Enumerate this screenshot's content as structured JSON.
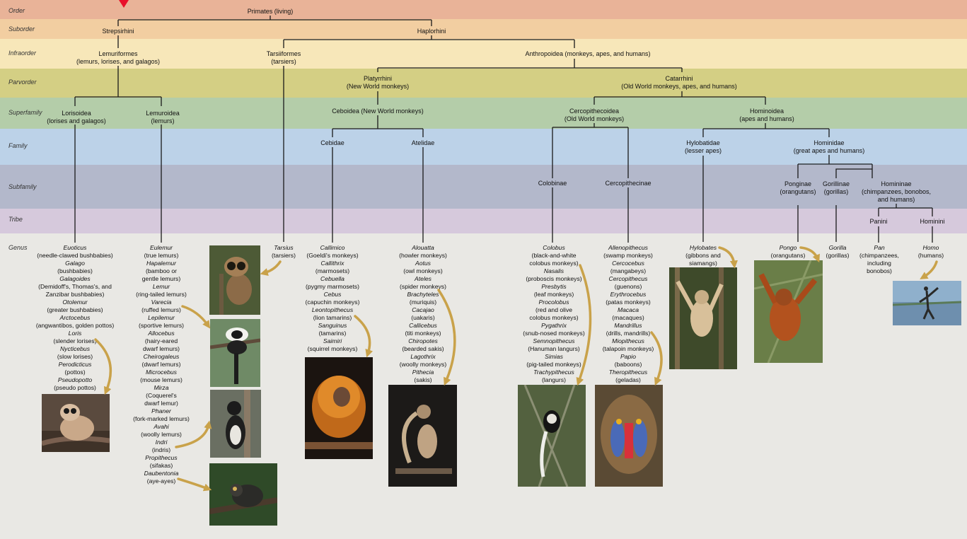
{
  "ranks": {
    "order": "Order",
    "suborder": "Suborder",
    "infraorder": "Infraorder",
    "parvorder": "Parvorder",
    "superfamily": "Superfamily",
    "family": "Family",
    "subfamily": "Subfamily",
    "tribe": "Tribe",
    "genus": "Genus"
  },
  "colors": {
    "order": "#e9b398",
    "suborder": "#f2cea1",
    "infraorder": "#f7e7b9",
    "parvorder": "#d4cf84",
    "superfamily": "#b4cda9",
    "family": "#bcd2e8",
    "subfamily": "#b3b8cb",
    "tribe": "#d6c9dc",
    "genus": "#e9e8e4",
    "arrow": "#c9a24a",
    "line": "#1a1a1a",
    "pointer": "#e8102a"
  },
  "nodes": {
    "primates": [
      "Primates (living)"
    ],
    "strepsirhini": [
      "Strepsirhini"
    ],
    "haplorhini": [
      "Haplorhini"
    ],
    "lemuriformes": [
      "Lemuriformes",
      "(lemurs, lorises, and galagos)"
    ],
    "tarsiiformes": [
      "Tarsiiformes",
      "(tarsiers)"
    ],
    "anthropoidea": [
      "Anthropoidea (monkeys, apes, and humans)"
    ],
    "platyrrhini": [
      "Platyrrhini",
      "(New World monkeys)"
    ],
    "catarrhini": [
      "Catarrhini",
      "(Old World monkeys, apes, and humans)"
    ],
    "lorisoidea": [
      "Lorisoidea",
      "(lorises and galagos)"
    ],
    "lemuroidea": [
      "Lemuroidea",
      "(lemurs)"
    ],
    "ceboidea": [
      "Ceboidea (New World monkeys)"
    ],
    "cercopithecoidea": [
      "Cercopithecoidea",
      "(Old World monkeys)"
    ],
    "hominoidea": [
      "Hominoidea",
      "(apes and humans)"
    ],
    "cebidae": [
      "Cebidae"
    ],
    "atelidae": [
      "Atelidae"
    ],
    "hylobatidae": [
      "Hylobatidae",
      "(lesser apes)"
    ],
    "hominidae": [
      "Hominidae",
      "(great apes and humans)"
    ],
    "colobinae": [
      "Colobinae"
    ],
    "cercopithecinae": [
      "Cercopithecinae"
    ],
    "ponginae": [
      "Ponginae",
      "(orangutans)"
    ],
    "gorillinae": [
      "Gorillinae",
      "(gorillas)"
    ],
    "homininae": [
      "Homininae",
      "(chimpanzees, bonobos,",
      "and humans)"
    ],
    "panini": [
      "Panini"
    ],
    "hominini": [
      "Hominini"
    ]
  },
  "genera": {
    "lorisoid": [
      {
        "genus": "Euoticus",
        "common": "(needle-clawed bushbabies)"
      },
      {
        "genus": "Galago",
        "common": "(bushbabies)"
      },
      {
        "genus": "Galagoides",
        "common": "(Demidoff's, Thomas's, and|Zanzibar bushbabies)"
      },
      {
        "genus": "Otolemur",
        "common": "(greater bushbabies)"
      },
      {
        "genus": "Arctocebus",
        "common": "(angwantibos, golden pottos)"
      },
      {
        "genus": "Loris",
        "common": "(slender lorises)"
      },
      {
        "genus": "Nycticebus",
        "common": "(slow lorises)"
      },
      {
        "genus": "Perodicticus",
        "common": "(pottos)"
      },
      {
        "genus": "Pseudopotto",
        "common": "(pseudo pottos)"
      }
    ],
    "lemuroid": [
      {
        "genus": "Eulemur",
        "common": "(true lemurs)"
      },
      {
        "genus": "Hapalemur",
        "common": "(bamboo or|gentle lemurs)"
      },
      {
        "genus": "Lemur",
        "common": "(ring-tailed lemurs)"
      },
      {
        "genus": "Varecia",
        "common": "(ruffed lemurs)"
      },
      {
        "genus": "Lepilemur",
        "common": "(sportive lemurs)"
      },
      {
        "genus": "Allocebus",
        "common": "(hairy-eared|dwarf lemurs)"
      },
      {
        "genus": "Cheirogaleus",
        "common": "(dwarf lemurs)"
      },
      {
        "genus": "Microcebus",
        "common": "(mouse lemurs)"
      },
      {
        "genus": "Mirza",
        "common": "(Coquerel's|dwarf lemur)"
      },
      {
        "genus": "Phaner",
        "common": "(fork-marked lemurs)"
      },
      {
        "genus": "Avahi",
        "common": "(woolly lemurs)"
      },
      {
        "genus": "Indri",
        "common": "(indris)"
      },
      {
        "genus": "Propithecus",
        "common": "(sifakas)"
      },
      {
        "genus": "Daubentonia",
        "common": "(aye-ayes)"
      }
    ],
    "tarsier": [
      {
        "genus": "Tarsius",
        "common": "(tarsiers)"
      }
    ],
    "cebid": [
      {
        "genus": "Callimico",
        "common": "(Goeldi's monkeys)"
      },
      {
        "genus": "Callithrix",
        "common": "(marmosets)"
      },
      {
        "genus": "Cebuella",
        "common": "(pygmy marmosets)"
      },
      {
        "genus": "Cebus",
        "common": "(capuchin monkeys)"
      },
      {
        "genus": "Leontopithecus",
        "common": "(lion tamarins)"
      },
      {
        "genus": "Sanguinus",
        "common": "(tamarins)"
      },
      {
        "genus": "Saimiri",
        "common": "(squirrel monkeys)"
      }
    ],
    "atelid": [
      {
        "genus": "Alouatta",
        "common": "(howler monkeys)"
      },
      {
        "genus": "Aotus",
        "common": "(owl monkeys)"
      },
      {
        "genus": "Ateles",
        "common": "(spider monkeys)"
      },
      {
        "genus": "Brachyteles",
        "common": "(muriquis)"
      },
      {
        "genus": "Cacajao",
        "common": "(uakaris)"
      },
      {
        "genus": "Callicebus",
        "common": "(titi monkeys)"
      },
      {
        "genus": "Chiropotes",
        "common": "(bearded sakis)"
      },
      {
        "genus": "Lagothrix",
        "common": "(woolly monkeys)"
      },
      {
        "genus": "Pithecia",
        "common": "(sakis)"
      }
    ],
    "colobine": [
      {
        "genus": "Colobus",
        "common": "(black-and-white|colobus monkeys)"
      },
      {
        "genus": "Nasalis",
        "common": "(proboscis monkeys)"
      },
      {
        "genus": "Presbytis",
        "common": "(leaf monkeys)"
      },
      {
        "genus": "Procolobus",
        "common": "(red and olive|colobus monkeys)"
      },
      {
        "genus": "Pygathrix",
        "common": "(snub-nosed monkeys)"
      },
      {
        "genus": "Semnopithecus",
        "common": "(Hanuman langurs)"
      },
      {
        "genus": "Simias",
        "common": "(pig-tailed monkeys)"
      },
      {
        "genus": "Trachypithecus",
        "common": "(langurs)"
      }
    ],
    "cercopithecine": [
      {
        "genus": "Allenopithecus",
        "common": "(swamp monkeys)"
      },
      {
        "genus": "Cercocebus",
        "common": "(mangabeys)"
      },
      {
        "genus": "Cercopithecus",
        "common": "(guenons)"
      },
      {
        "genus": "Erythrocebus",
        "common": "(patas monkeys)"
      },
      {
        "genus": "Macaca",
        "common": "(macaques)"
      },
      {
        "genus": "Mandrillus",
        "common": "(drills, mandrills)"
      },
      {
        "genus": "Miopithecus",
        "common": "(talapoin monkeys)"
      },
      {
        "genus": "Papio",
        "common": "(baboons)"
      },
      {
        "genus": "Theropithecus",
        "common": "(geladas)"
      }
    ],
    "hylobatid": [
      {
        "genus": "Hylobates",
        "common": "(gibbons and|siamangs)"
      }
    ],
    "pongine": [
      {
        "genus": "Pongo",
        "common": "(orangutans)"
      }
    ],
    "gorilline": [
      {
        "genus": "Gorilla",
        "common": "(gorillas)"
      }
    ],
    "panin": [
      {
        "genus": "Pan",
        "common": "(chimpanzees,|including|bonobos)"
      }
    ],
    "hominin": [
      {
        "genus": "Homo",
        "common": "(humans)"
      }
    ]
  },
  "photos": {
    "loris": "slow-loris-photo",
    "tarsier": "tarsier-photo",
    "ruffed_lemur": "ruffed-lemur-photo",
    "indri": "indri-photo",
    "aye_aye": "aye-aye-photo",
    "lion_tamarin": "golden-lion-tamarin-photo",
    "spider_monkey": "spider-monkey-photo",
    "colobus": "colobus-monkey-photo",
    "mandrill": "mandrill-photo",
    "gibbon": "gibbon-photo",
    "orangutan": "orangutan-photo",
    "human": "human-photo"
  }
}
